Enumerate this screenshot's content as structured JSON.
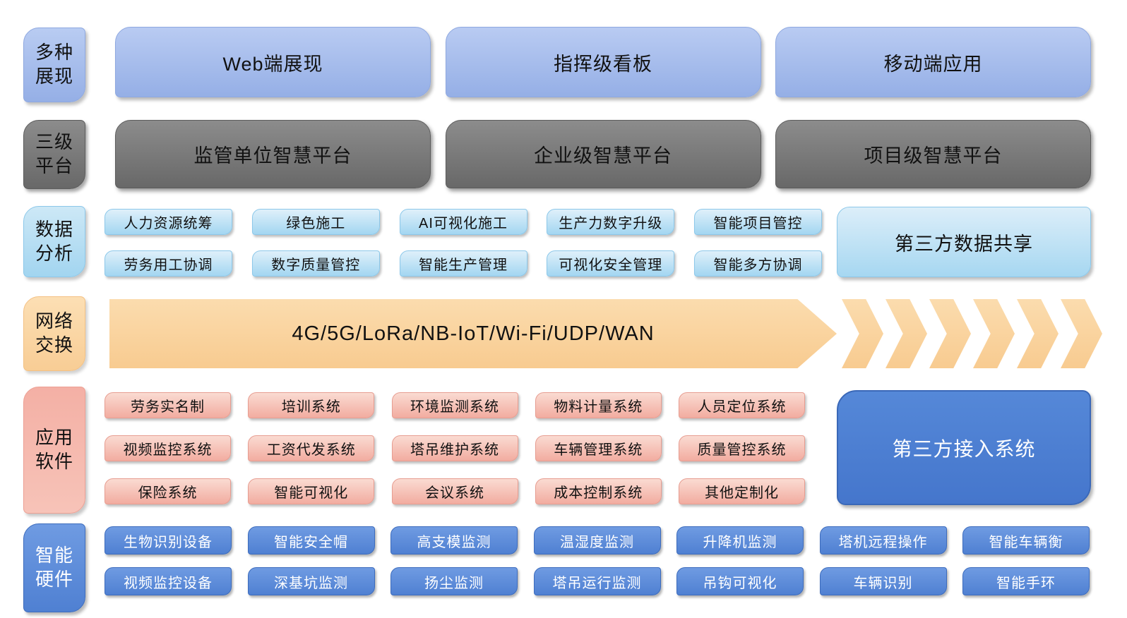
{
  "colors": {
    "display_box": "#a9c0ed",
    "platform_box": "#7a7a7a",
    "analysis_box": "#aed9f2",
    "network_band": "#fad5a2",
    "apps_box": "#f5b5aa",
    "side_blue_box": "#4d80d1",
    "hardware_box": "#5b8ad8",
    "background": "#ffffff",
    "text_dark": "#111111",
    "text_light": "#ffffff"
  },
  "rows": {
    "display": {
      "label": "多种\n展现",
      "items": [
        "Web端展现",
        "指挥级看板",
        "移动端应用"
      ]
    },
    "platform": {
      "label": "三级\n平台",
      "items": [
        "监管单位智慧平台",
        "企业级智慧平台",
        "项目级智慧平台"
      ]
    },
    "analysis": {
      "label": "数据\n分析",
      "row1": [
        "人力资源统筹",
        "绿色施工",
        "AI可视化施工",
        "生产力数字升级",
        "智能项目管控"
      ],
      "row2": [
        "劳务用工协调",
        "数字质量管控",
        "智能生产管理",
        "可视化安全管理",
        "智能多方协调"
      ],
      "side_box": "第三方数据共享"
    },
    "network": {
      "label": "网络\n交换",
      "arrow_text": "4G/5G/LoRa/NB-IoT/Wi-Fi/UDP/WAN",
      "chevron_count": 6
    },
    "apps": {
      "label": "应用\n软件",
      "row1": [
        "劳务实名制",
        "培训系统",
        "环境监测系统",
        "物料计量系统",
        "人员定位系统"
      ],
      "row2": [
        "视频监控系统",
        "工资代发系统",
        "塔吊维护系统",
        "车辆管理系统",
        "质量管控系统"
      ],
      "row3": [
        "保险系统",
        "智能可视化",
        "会议系统",
        "成本控制系统",
        "其他定制化"
      ],
      "side_box": "第三方接入系统"
    },
    "hardware": {
      "label": "智能\n硬件",
      "row1": [
        "生物识别设备",
        "智能安全帽",
        "高支模监测",
        "温湿度监测",
        "升降机监测",
        "塔机远程操作",
        "智能车辆衡"
      ],
      "row2": [
        "视频监控设备",
        "深基坑监测",
        "扬尘监测",
        "塔吊运行监测",
        "吊钩可视化",
        "车辆识别",
        "智能手环"
      ]
    }
  }
}
